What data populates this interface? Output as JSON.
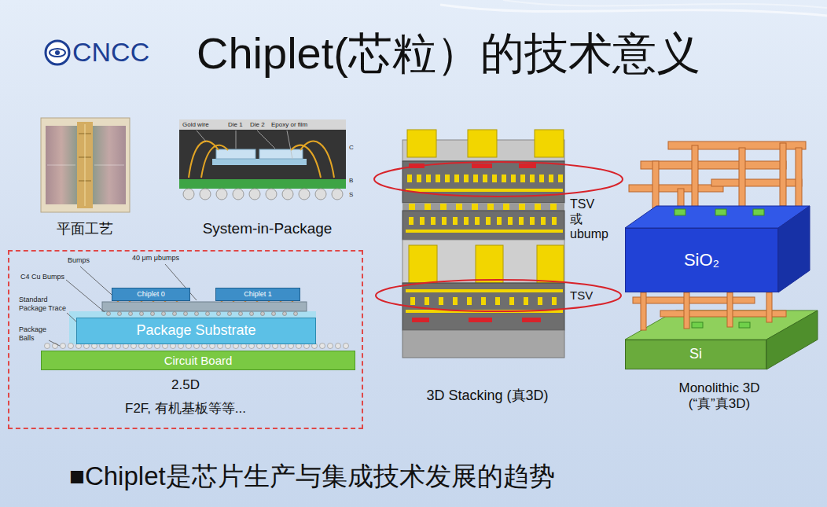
{
  "diagram": {
    "title": "Chiplet(芯粒）的技术意义",
    "nodes": [
      {
        "text": [
          "2.5D",
          "F2F, 有机基板等等..."
        ]
      },
      {
        "text": [
          "Chiplet 0"
        ],
        "in": 0
      },
      {
        "text": [
          "Chiplet 1"
        ],
        "in": 0
      },
      {
        "text": [
          "Package Substrate"
        ],
        "in": 0
      },
      {
        "text": [
          "Circuit Board"
        ],
        "in": 0
      },
      {
        "text": [
          "SiO₂"
        ]
      },
      {
        "text": [
          "Si"
        ]
      }
    ],
    "labels": [
      "CNCC",
      "平面工艺",
      "Gold wire",
      "Die 1",
      "Die 2",
      "Epoxy or film",
      "C",
      "B",
      "S",
      "System-in-Package",
      "Bumps",
      "40 μm μbumps",
      "C4 Cu Bumps",
      "Standard Package Trace",
      "Package Balls",
      "TSV 或 ubump",
      "TSV",
      "3D Stacking (真3D)",
      "Monolithic 3D (“真”真3D)",
      "■Chiplet是芯片生产与集成技术发展的趋势"
    ]
  }
}
